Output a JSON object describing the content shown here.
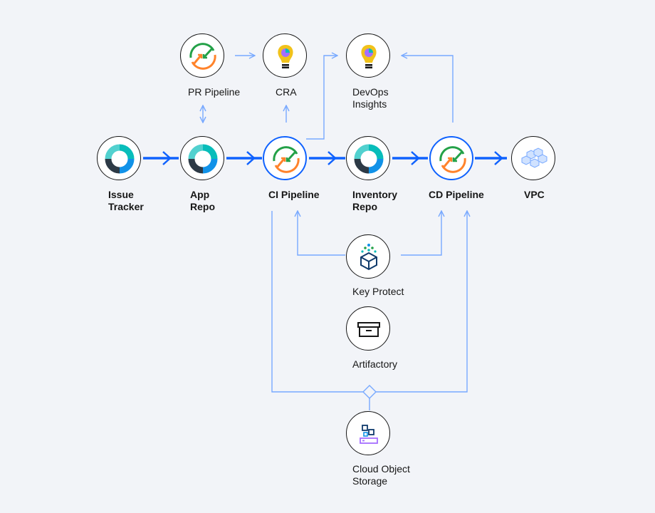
{
  "colors": {
    "background": "#f2f4f8",
    "main_flow": "#0f62fe",
    "side_flow": "#78a9ff",
    "node_border": "#161616",
    "highlight_border": "#0f62fe",
    "pipeline_green": "#24a148",
    "pipeline_orange": "#ff832b",
    "repo_teal": "#08bdba",
    "repo_blue": "#1192e8",
    "repo_dark": "#2d3a46",
    "bulb_yellow": "#f1c21b",
    "bulb_purple": "#a56eff"
  },
  "nodes": {
    "pr_pipeline": {
      "label": "PR Pipeline",
      "icon": "pipeline-icon"
    },
    "cra": {
      "label": "CRA",
      "icon": "lightbulb-icon"
    },
    "devops_insights": {
      "label": "DevOps\nInsights",
      "icon": "lightbulb-icon"
    },
    "issue_tracker": {
      "label": "Issue\nTracker",
      "icon": "repo-ring-icon"
    },
    "app_repo": {
      "label": "App\nRepo",
      "icon": "repo-ring-icon"
    },
    "ci_pipeline": {
      "label": "CI Pipeline",
      "icon": "pipeline-icon"
    },
    "inventory_repo": {
      "label": "Inventory\nRepo",
      "icon": "repo-ring-icon"
    },
    "cd_pipeline": {
      "label": "CD Pipeline",
      "icon": "pipeline-icon"
    },
    "vpc": {
      "label": "VPC",
      "icon": "cubes-icon"
    },
    "key_protect": {
      "label": "Key Protect",
      "icon": "key-protect-icon"
    },
    "artifactory": {
      "label": "Artifactory",
      "icon": "drawer-icon"
    },
    "cloud_object_storage": {
      "label": "Cloud Object\nStorage",
      "icon": "storage-icon"
    }
  }
}
